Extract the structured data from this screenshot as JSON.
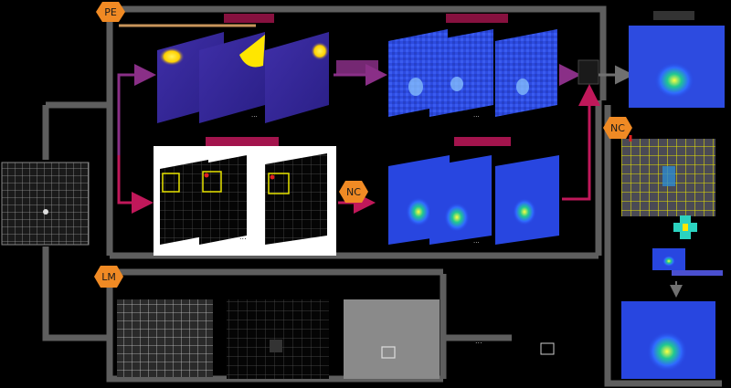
{
  "badges": {
    "pe": "PE",
    "nc_mid": "NC",
    "nc_right": "NC",
    "lm": "LM"
  },
  "ellipsis": {
    "upper": "...",
    "middle": "...",
    "lower": "...",
    "bottom": "..."
  },
  "colors": {
    "background": "#000000",
    "orange_badge": "#f08a24",
    "magenta_arrow": "#c0185a",
    "purple_arrow": "#8a2f87",
    "grey_line": "#606060",
    "tan_line": "#c8945a",
    "field_purple": "#3b2fa0",
    "field_yellow": "#ffe600",
    "map_blue": "#2a3fe0",
    "grid_yellow": "#e8e400"
  }
}
